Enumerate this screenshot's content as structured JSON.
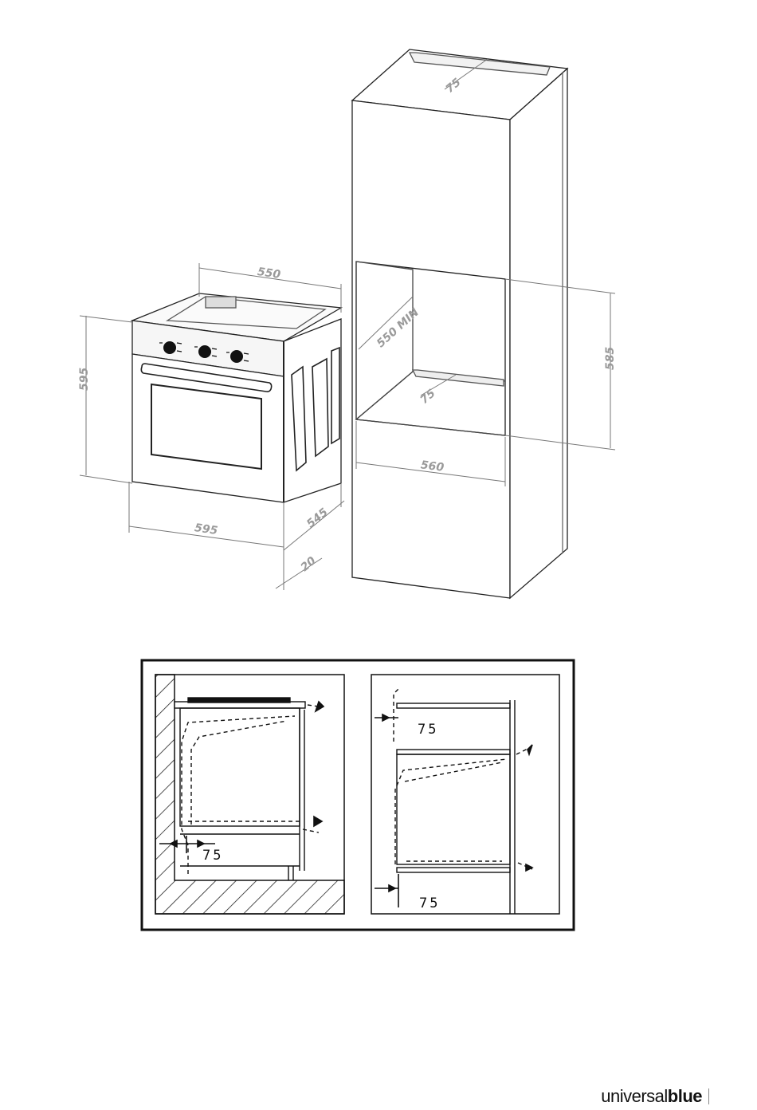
{
  "dimensions": {
    "oven_top_depth": "550",
    "oven_height": "595",
    "oven_width": "595",
    "oven_side_depth": "545",
    "oven_front": "20",
    "cabinet_top_vent": "75",
    "cabinet_niche_depth": "550 MIN",
    "cabinet_niche_vent": "75",
    "cabinet_niche_height": "585",
    "cabinet_niche_width": "560"
  },
  "ventilation": {
    "left_panel_gap": "75",
    "right_panel_top_gap": "75",
    "right_panel_bottom_gap": "75"
  },
  "brand": {
    "prefix": "universal",
    "suffix": "blue"
  }
}
